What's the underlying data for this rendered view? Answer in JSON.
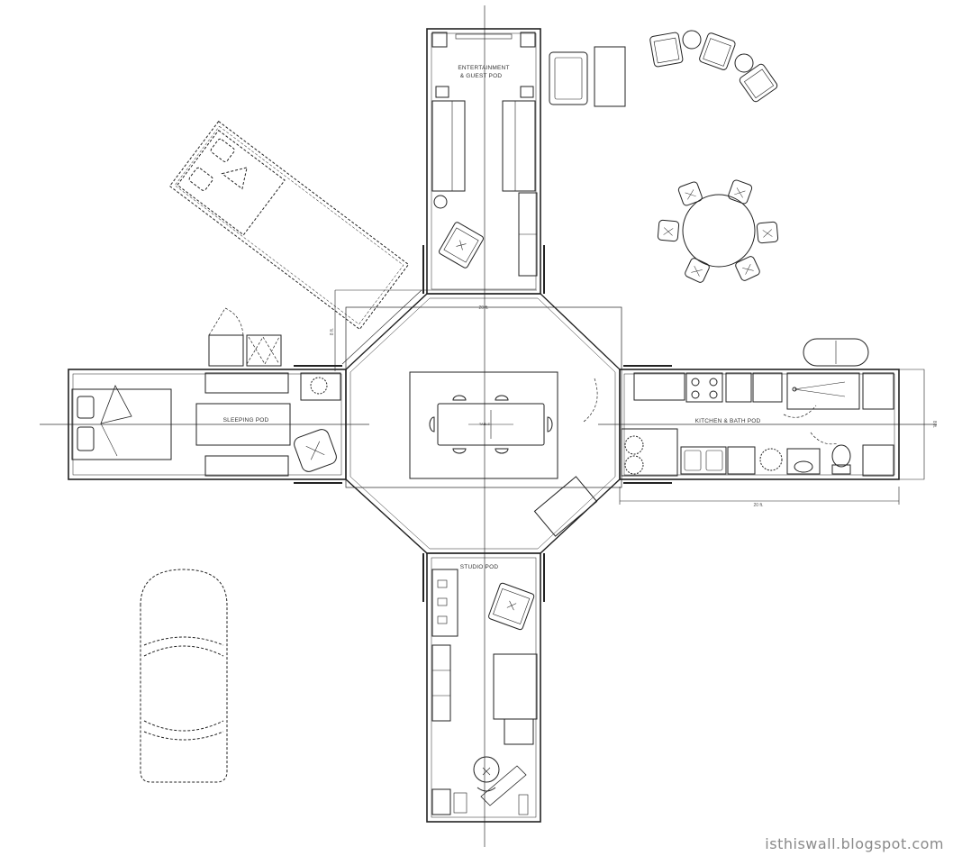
{
  "pods": {
    "entertainment": "ENTERTAINMENT",
    "entertainment_2": "& GUEST POD",
    "sleeping": "SLEEPING POD",
    "kitchen": "KITCHEN & BATH POD",
    "studio": "STUDIO POD"
  },
  "center": {
    "table": "TABLE"
  },
  "dimensions": {
    "top": "20 ft.",
    "left": "8 ft.",
    "right": "8 ft.",
    "bottom": "20 ft."
  },
  "watermark": "isthiswall.blogspot.com"
}
